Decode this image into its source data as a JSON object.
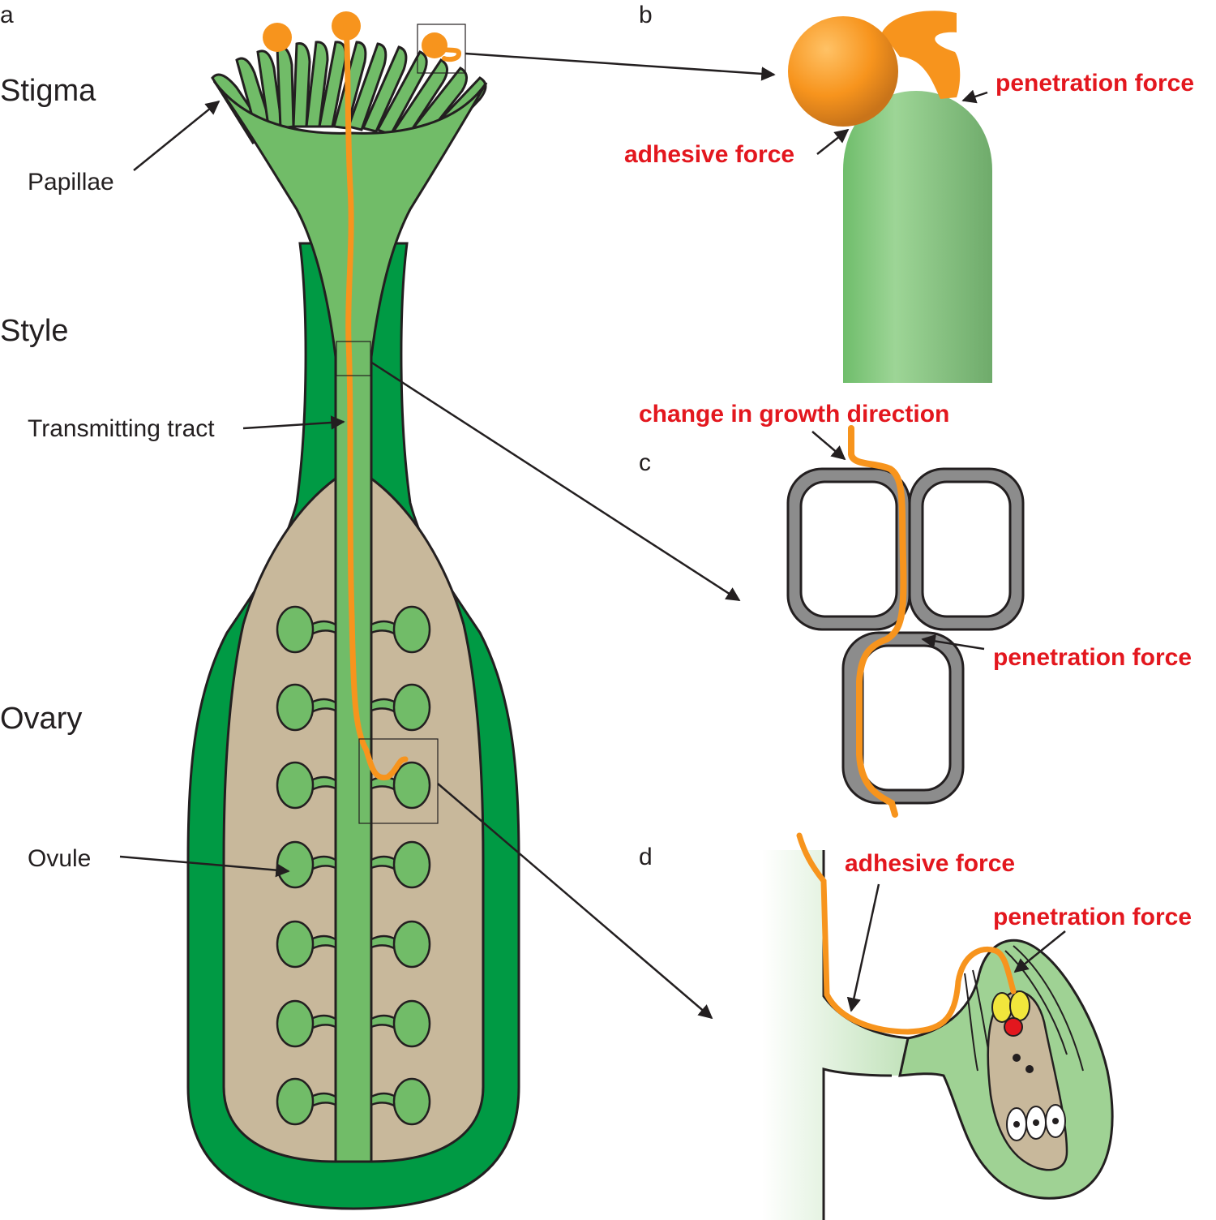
{
  "panels": {
    "a": "a",
    "b": "b",
    "c": "c",
    "d": "d"
  },
  "panel_a": {
    "regions": {
      "stigma": "Stigma",
      "style": "Style",
      "ovary": "Ovary"
    },
    "parts": {
      "papillae": "Papillae",
      "transmitting_tract": "Transmitting tract",
      "ovule": "Ovule"
    }
  },
  "panel_b": {
    "penetration_force": "penetration force",
    "adhesive_force": "adhesive force"
  },
  "panel_c": {
    "change_in_growth_direction": "change in growth direction",
    "penetration_force": "penetration force"
  },
  "panel_d": {
    "adhesive_force": "adhesive force",
    "penetration_force": "penetration force"
  },
  "colors": {
    "pollen_tube": "#f7941d",
    "outer_wall": "#009a44",
    "tissue": "#71bc68",
    "ovary_cavity": "#c8b89b",
    "cell_wall": "#8c8c8c",
    "label_red": "#e3171e"
  }
}
